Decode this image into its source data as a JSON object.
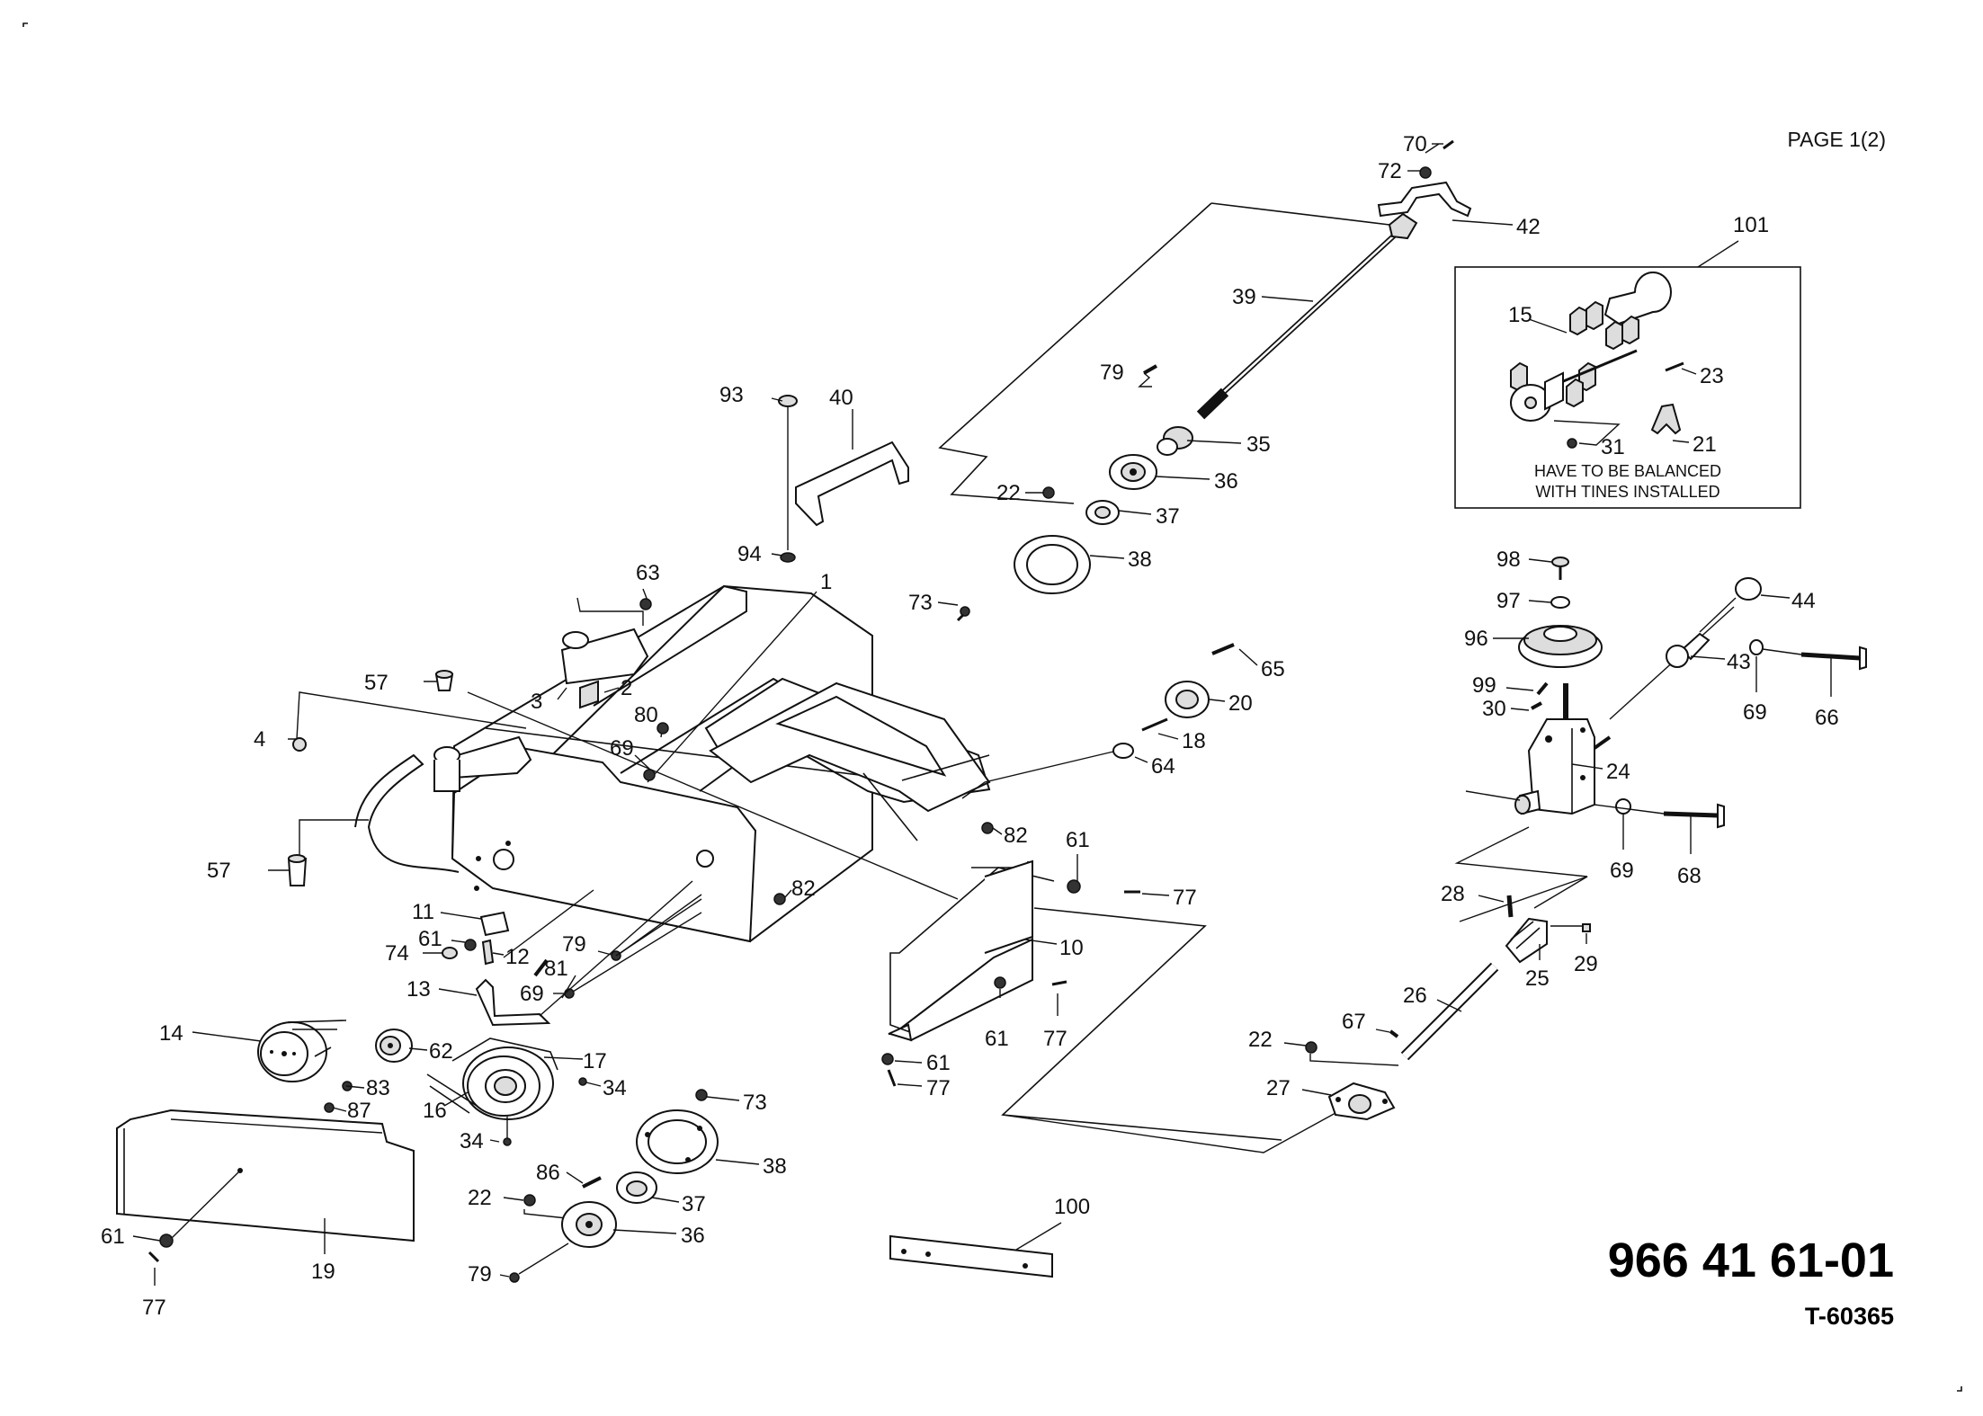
{
  "header": {
    "page_label": "PAGE 1(2)"
  },
  "footer": {
    "part_number": "966 41 61-01",
    "drawing_ref": "T-60365"
  },
  "inset": {
    "label": "101",
    "note_line1": "HAVE TO BE BALANCED",
    "note_line2": "WITH TINES INSTALLED",
    "callouts": [
      "15",
      "23",
      "31",
      "21"
    ]
  },
  "callouts": {
    "c70": "70",
    "c72": "72",
    "c42": "42",
    "c39": "39",
    "c79a": "79",
    "c35": "35",
    "c22a": "22",
    "c36a": "36",
    "c37a": "37",
    "c38a": "38",
    "c73a": "73",
    "c93": "93",
    "c40": "40",
    "c94": "94",
    "c63": "63",
    "c1": "1",
    "c57a": "57",
    "c3": "3",
    "c2": "2",
    "c4": "4",
    "c80": "80",
    "c69a": "69",
    "c57b": "57",
    "c65": "65",
    "c20": "20",
    "c18": "18",
    "c64": "64",
    "c82a": "82",
    "c82b": "82",
    "c61a": "61",
    "c77a": "77",
    "c10": "10",
    "c11": "11",
    "c74": "74",
    "c61b": "61",
    "c12": "12",
    "c79b": "79",
    "c81": "81",
    "c13": "13",
    "c69b": "69",
    "c61c": "61",
    "c77b": "77",
    "c61d": "61",
    "c77c": "77",
    "c14": "14",
    "c62": "62",
    "c17": "17",
    "c34a": "34",
    "c16": "16",
    "c83": "83",
    "c87": "87",
    "c34b": "34",
    "c73b": "73",
    "c38b": "38",
    "c86": "86",
    "c37b": "37",
    "c22b": "22",
    "c36b": "36",
    "c79c": "79",
    "c61e": "61",
    "c77d": "77",
    "c19": "19",
    "c100": "100",
    "c98": "98",
    "c97": "97",
    "c96": "96",
    "c44": "44",
    "c43": "43",
    "c69c": "69",
    "c66": "66",
    "c99": "99",
    "c30": "30",
    "c24": "24",
    "c69d": "69",
    "c68": "68",
    "c28": "28",
    "c29": "29",
    "c25": "25",
    "c26": "26",
    "c22c": "22",
    "c67": "67",
    "c27": "27"
  }
}
